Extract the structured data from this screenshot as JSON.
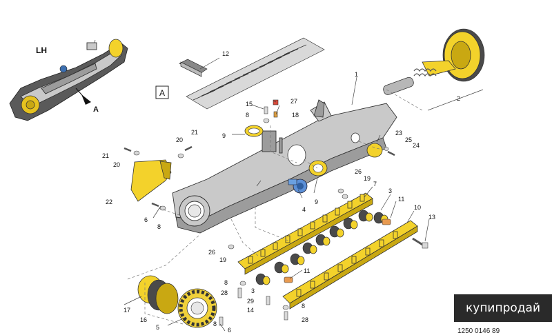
{
  "diagram": {
    "side_label": "LH",
    "view_label": "A",
    "callout_box": "A",
    "drawing_code": "1250 0146 89",
    "watermark": "купипродай",
    "part_numbers": {
      "p1": "1",
      "p2": "2",
      "p3a": "3",
      "p3b": "3",
      "p4": "4",
      "p5": "5",
      "p6a": "6",
      "p6b": "6",
      "p7": "7",
      "p8a": "8",
      "p8b": "8",
      "p8c": "8",
      "p8d": "8",
      "p8e": "8",
      "p9a": "9",
      "p9b": "9",
      "p10": "10",
      "p11a": "11",
      "p11b": "11",
      "p12": "12",
      "p13": "13",
      "p14": "14",
      "p15": "15",
      "p16": "16",
      "p17": "17",
      "p18": "18",
      "p19a": "19",
      "p19b": "19",
      "p20a": "20",
      "p20b": "20",
      "p21a": "21",
      "p21b": "21",
      "p22": "22",
      "p23": "23",
      "p24": "24",
      "p25": "25",
      "p26a": "26",
      "p26b": "26",
      "p27": "27",
      "p28a": "28",
      "p28b": "28",
      "p29": "29"
    }
  }
}
